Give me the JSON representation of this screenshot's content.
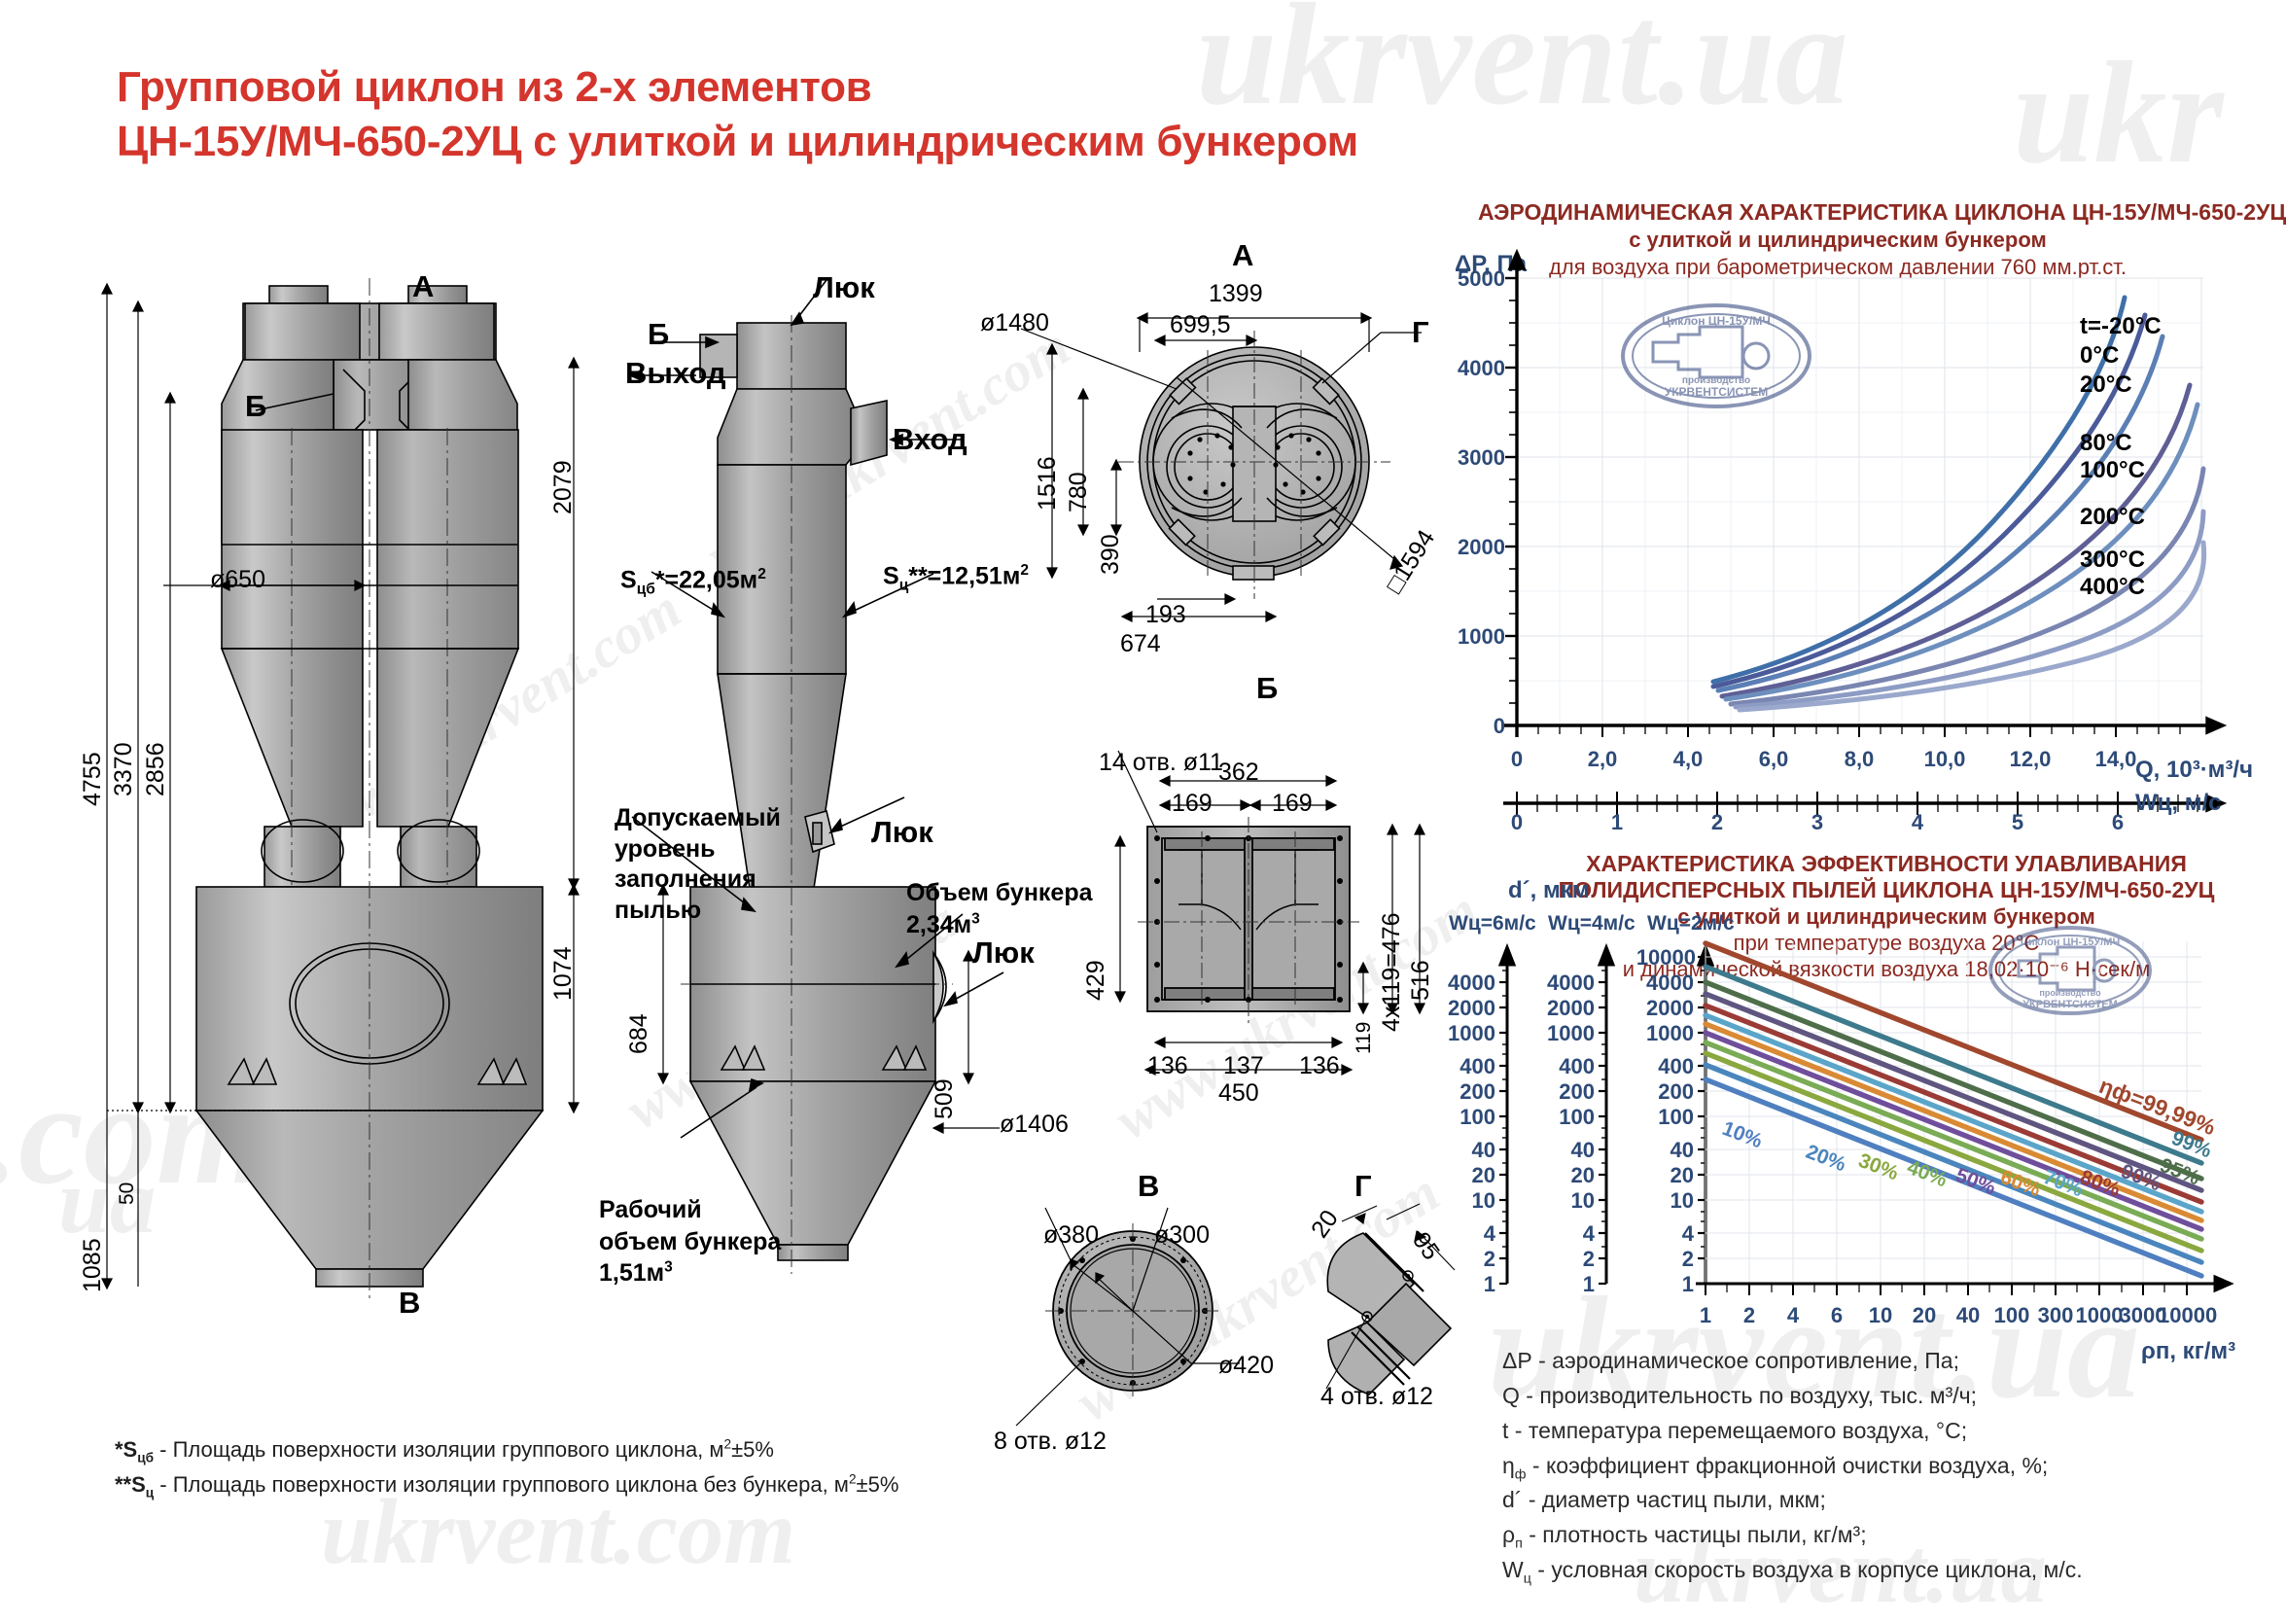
{
  "title": {
    "line1": "Групповой циклон из 2-х элементов",
    "line2": "ЦН-15У/МЧ-650-2УЦ с улиткой и цилиндрическим бункером",
    "color": "#d4352c"
  },
  "watermarks": [
    "ukrvent.ua",
    "ukrvent.com",
    "www.ukrvent.com",
    "www.ukrvent.ua",
    "ukrvent.ua",
    "ukrvent.com",
    "www.ukrvent.com"
  ],
  "front_view": {
    "section_marks": {
      "top": "А",
      "mid": "Б",
      "bottom": "В"
    },
    "dimensions": {
      "total_height": "4755",
      "to_bunker_bottom": "3370",
      "to_cone_bottom": "2856",
      "body_diameter": "ø650",
      "upper_section": "2079",
      "bunker_height": "1074",
      "leg_offset": "50",
      "cone_height": "1085"
    }
  },
  "side_view": {
    "labels": {
      "hatch_top": "Люк",
      "section_b": "Б",
      "outlet": "Выход",
      "inlet": "Вход",
      "s_cb": "S",
      "s_cb_sub": "цб",
      "s_cb_val": "*=22,05м",
      "s_c": "S",
      "s_c_sub": "ц",
      "s_c_val": "**=12,51м",
      "dust_level": [
        "Допускаемый",
        "уровень",
        "заполнения",
        "пылью"
      ],
      "hatch_mid": "Люк",
      "hatch_low": "Люк",
      "bunker_volume": [
        "Объем бункера",
        "2,34м"
      ],
      "working_volume": [
        "Рабочий",
        "объем бункера",
        "1,51м"
      ]
    },
    "dimensions": {
      "bunker_cyl": "684",
      "hatch_h": "509",
      "bunker_dia": "ø1406"
    }
  },
  "view_a": {
    "label": "А",
    "g_mark": "Г",
    "dimensions": {
      "width": "1399",
      "half_width": "699,5",
      "outer_dia": "ø1480",
      "height": "1516",
      "inner_spacing": "780",
      "half_spacing": "390",
      "offset_small": "193",
      "offset_large": "674",
      "square": "□1594"
    }
  },
  "view_b": {
    "label": "Б",
    "holes": "14 отв. ø11",
    "dimensions": {
      "w_total": "362",
      "w_left": "169",
      "w_right": "169",
      "h_inner": "429",
      "h_outer": "516",
      "pitch": "4x119=476",
      "pitch_one": "119",
      "b1": "136",
      "b2": "137",
      "b3": "136",
      "b_total": "450"
    }
  },
  "view_v": {
    "label": "В",
    "dimensions": {
      "d1": "ø380",
      "d2": "ø300",
      "d3": "ø420",
      "holes": "8 отв. ø12"
    }
  },
  "view_g": {
    "label": "Г",
    "dimensions": {
      "a": "20",
      "b": "95",
      "holes": "4 отв. ø12"
    }
  },
  "footnotes": {
    "line1_pre": "*S",
    "line1_sub": "цб",
    "line1": " - Площадь поверхности изоляции группового циклона, м",
    "line1_sup": "2",
    "line1_end": "±5%",
    "line2_pre": "**S",
    "line2_sub": "ц",
    "line2": " - Площадь поверхности изоляции группового циклона без бункера, м",
    "line2_sup": "2",
    "line2_end": "±5%"
  },
  "stamp": {
    "top_text": "Циклон ЦН-15У/МЧ",
    "bottom_text1": "производство",
    "bottom_text2": "УКРВЕНТСИСТЕМ"
  },
  "legend": {
    "items": [
      {
        "sym": "ΔP",
        "sub": "",
        "text": " - аэродинамическое сопротивление, Па;"
      },
      {
        "sym": "Q",
        "sub": "",
        "text": " - производительность по воздуху, тыс. м³/ч;"
      },
      {
        "sym": "t",
        "sub": "",
        "text": " - температура перемещаемого воздуха, °С;"
      },
      {
        "sym": "η",
        "sub": "ф",
        "text": " - коэффициент фракционной очистки воздуха, %;"
      },
      {
        "sym": "d´",
        "sub": "",
        "text": " - диаметр частиц пыли, мкм;"
      },
      {
        "sym": "ρ",
        "sub": "п",
        "text": " - плотность частицы пыли, кг/м³;"
      },
      {
        "sym": "W",
        "sub": "ц",
        "text": " - условная скорость воздуха в корпусе циклона, м/с."
      }
    ]
  },
  "chart_data": [
    {
      "id": "aero",
      "type": "line",
      "title": "АЭРОДИНАМИЧЕСКАЯ  ХАРАКТЕРИСТИКА  ЦИКЛОНА ЦН-15У/МЧ-650-2УЦ",
      "subtitle": "с улиткой и цилиндрическим бункером",
      "subtitle2": "для воздуха при барометрическом давлении 760 мм.рт.ст.",
      "ylabel": "ΔP, Па",
      "ylim": [
        0,
        5000
      ],
      "yticks": [
        0,
        1000,
        2000,
        3000,
        4000,
        5000
      ],
      "xlabel": "Q, 10³·м³/ч",
      "xlim": [
        0,
        15.2
      ],
      "xticks": [
        "0",
        "2,0",
        "4,0",
        "6,0",
        "8,0",
        "10,0",
        "12,0",
        "14,0"
      ],
      "xlabel2": "Wц, м/с",
      "xlim2": [
        0,
        6.5
      ],
      "xticks2": [
        "0",
        "1",
        "2",
        "3",
        "4",
        "5",
        "6"
      ],
      "grid": true,
      "legend_position": "right-inside",
      "series": [
        {
          "name": "t=-20°C",
          "color": "#3f6fa8",
          "k": 23.0,
          "x_start": 4.6,
          "x_end": 14.2
        },
        {
          "name": "0°C",
          "color": "#4b5a99",
          "k": 21.5,
          "x_start": 4.6,
          "x_end": 14.4
        },
        {
          "name": "20°C",
          "color": "#5b7fb5",
          "k": 20.0,
          "x_start": 4.7,
          "x_end": 14.6
        },
        {
          "name": "80°C",
          "color": "#5f5f96",
          "k": 17.2,
          "x_start": 4.8,
          "x_end": 14.8
        },
        {
          "name": "100°C",
          "color": "#6d8fbe",
          "k": 16.3,
          "x_start": 4.9,
          "x_end": 15.0
        },
        {
          "name": "200°C",
          "color": "#7a86b1",
          "k": 13.5,
          "x_start": 5.0,
          "x_end": 15.0
        },
        {
          "name": "300°C",
          "color": "#8d9cc4",
          "k": 11.6,
          "x_start": 5.1,
          "x_end": 15.0
        },
        {
          "name": "400°C",
          "color": "#9aa8cc",
          "k": 10.2,
          "x_start": 5.2,
          "x_end": 15.0
        }
      ]
    },
    {
      "id": "efficiency",
      "type": "line",
      "title1": "ХАРАКТЕРИСТИКА  ЭФФЕКТИВНОСТИ УЛАВЛИВАНИЯ",
      "title2": "ПОЛИДИСПЕРСНЫХ ПЫЛЕЙ ЦИКЛОНА ЦН-15У/МЧ-650-2УЦ",
      "subtitle": "с улиткой и цилиндрическим бункером",
      "subtitle2": "при температуре воздуха 20°С",
      "subtitle3": "и динамической вязкости воздуха  18,02·10⁻⁶ Н·сек/м",
      "ylabel": "d´, мкм",
      "yscale": "log",
      "yticks": [
        1,
        2,
        4,
        10,
        20,
        40,
        100,
        200,
        400,
        1000,
        2000,
        4000,
        10000
      ],
      "y_axes": [
        {
          "label": "Wц=6м/с",
          "ticks": [
            1,
            2,
            4,
            10,
            20,
            40,
            100,
            200,
            400,
            1000,
            2000,
            4000
          ]
        },
        {
          "label": "Wц=4м/с",
          "ticks": [
            1,
            2,
            4,
            10,
            20,
            40,
            100,
            200,
            400,
            1000,
            2000,
            4000
          ]
        },
        {
          "label": "Wц=2м/с",
          "ticks": [
            1,
            2,
            4,
            10,
            20,
            40,
            100,
            200,
            400,
            1000,
            2000,
            4000,
            10000
          ]
        }
      ],
      "xlabel": "ρп, кг/м³",
      "xscale": "log",
      "xticks": [
        "1",
        "2",
        "4",
        "6",
        "10",
        "20",
        "40",
        "100",
        "300",
        "1000",
        "3000",
        "10000"
      ],
      "grid": true,
      "series": [
        {
          "name": "10%",
          "color": "#4f7fc0",
          "y_at_x1": 90,
          "y_at_x10000": 1.15
        },
        {
          "name": "20%",
          "color": "#4a86bd",
          "y_at_x1": 140,
          "y_at_x10000": 1.6
        },
        {
          "name": "30%",
          "color": "#8aa83f",
          "y_at_x1": 195,
          "y_at_x10000": 2.2
        },
        {
          "name": "40%",
          "color": "#7aab55",
          "y_at_x1": 270,
          "y_at_x10000": 3.0
        },
        {
          "name": "50%",
          "color": "#6f4e9c",
          "y_at_x1": 360,
          "y_at_x10000": 4.1
        },
        {
          "name": "60%",
          "color": "#d98a33",
          "y_at_x1": 470,
          "y_at_x10000": 5.4
        },
        {
          "name": "70%",
          "color": "#5aa5c9",
          "y_at_x1": 610,
          "y_at_x10000": 7.0
        },
        {
          "name": "80%",
          "color": "#9b3b35",
          "y_at_x1": 830,
          "y_at_x10000": 9.5
        },
        {
          "name": "90%",
          "color": "#5f5580",
          "y_at_x1": 1200,
          "y_at_x10000": 14
        },
        {
          "name": "95%",
          "color": "#4e6e4a",
          "y_at_x1": 1700,
          "y_at_x10000": 20
        },
        {
          "name": "99%",
          "color": "#3d7a8c",
          "y_at_x1": 2800,
          "y_at_x10000": 33
        },
        {
          "name": "ηф=99,99%",
          "color": "#a0472d",
          "y_at_x1": 9500,
          "y_at_x10000": 110
        }
      ]
    }
  ]
}
